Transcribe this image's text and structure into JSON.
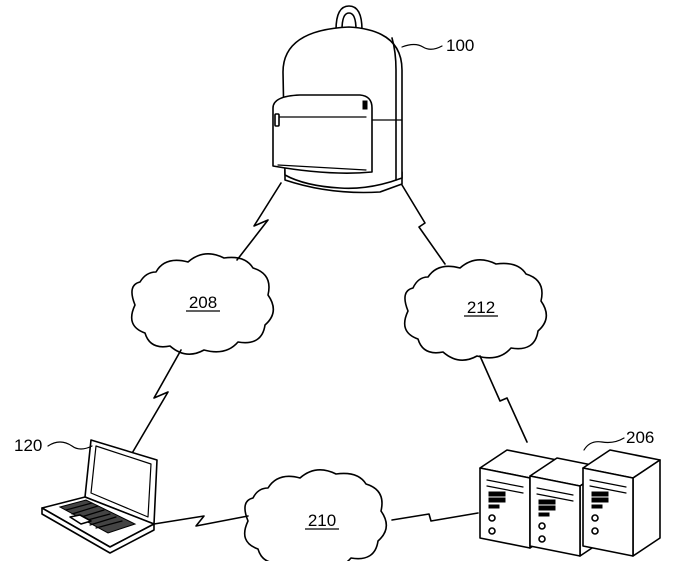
{
  "labels": {
    "backpack_ref": "100",
    "laptop_ref": "120",
    "servers_ref": "206",
    "network_left": "208",
    "network_bottom": "210",
    "network_right": "212"
  },
  "icons": {
    "backpack": "backpack-icon",
    "laptop": "laptop-icon",
    "servers": "server-rack-icon",
    "network": "cloud-icon",
    "wireless_link": "lightning-link-icon"
  },
  "colors": {
    "line": "#000000",
    "background": "#ffffff"
  }
}
